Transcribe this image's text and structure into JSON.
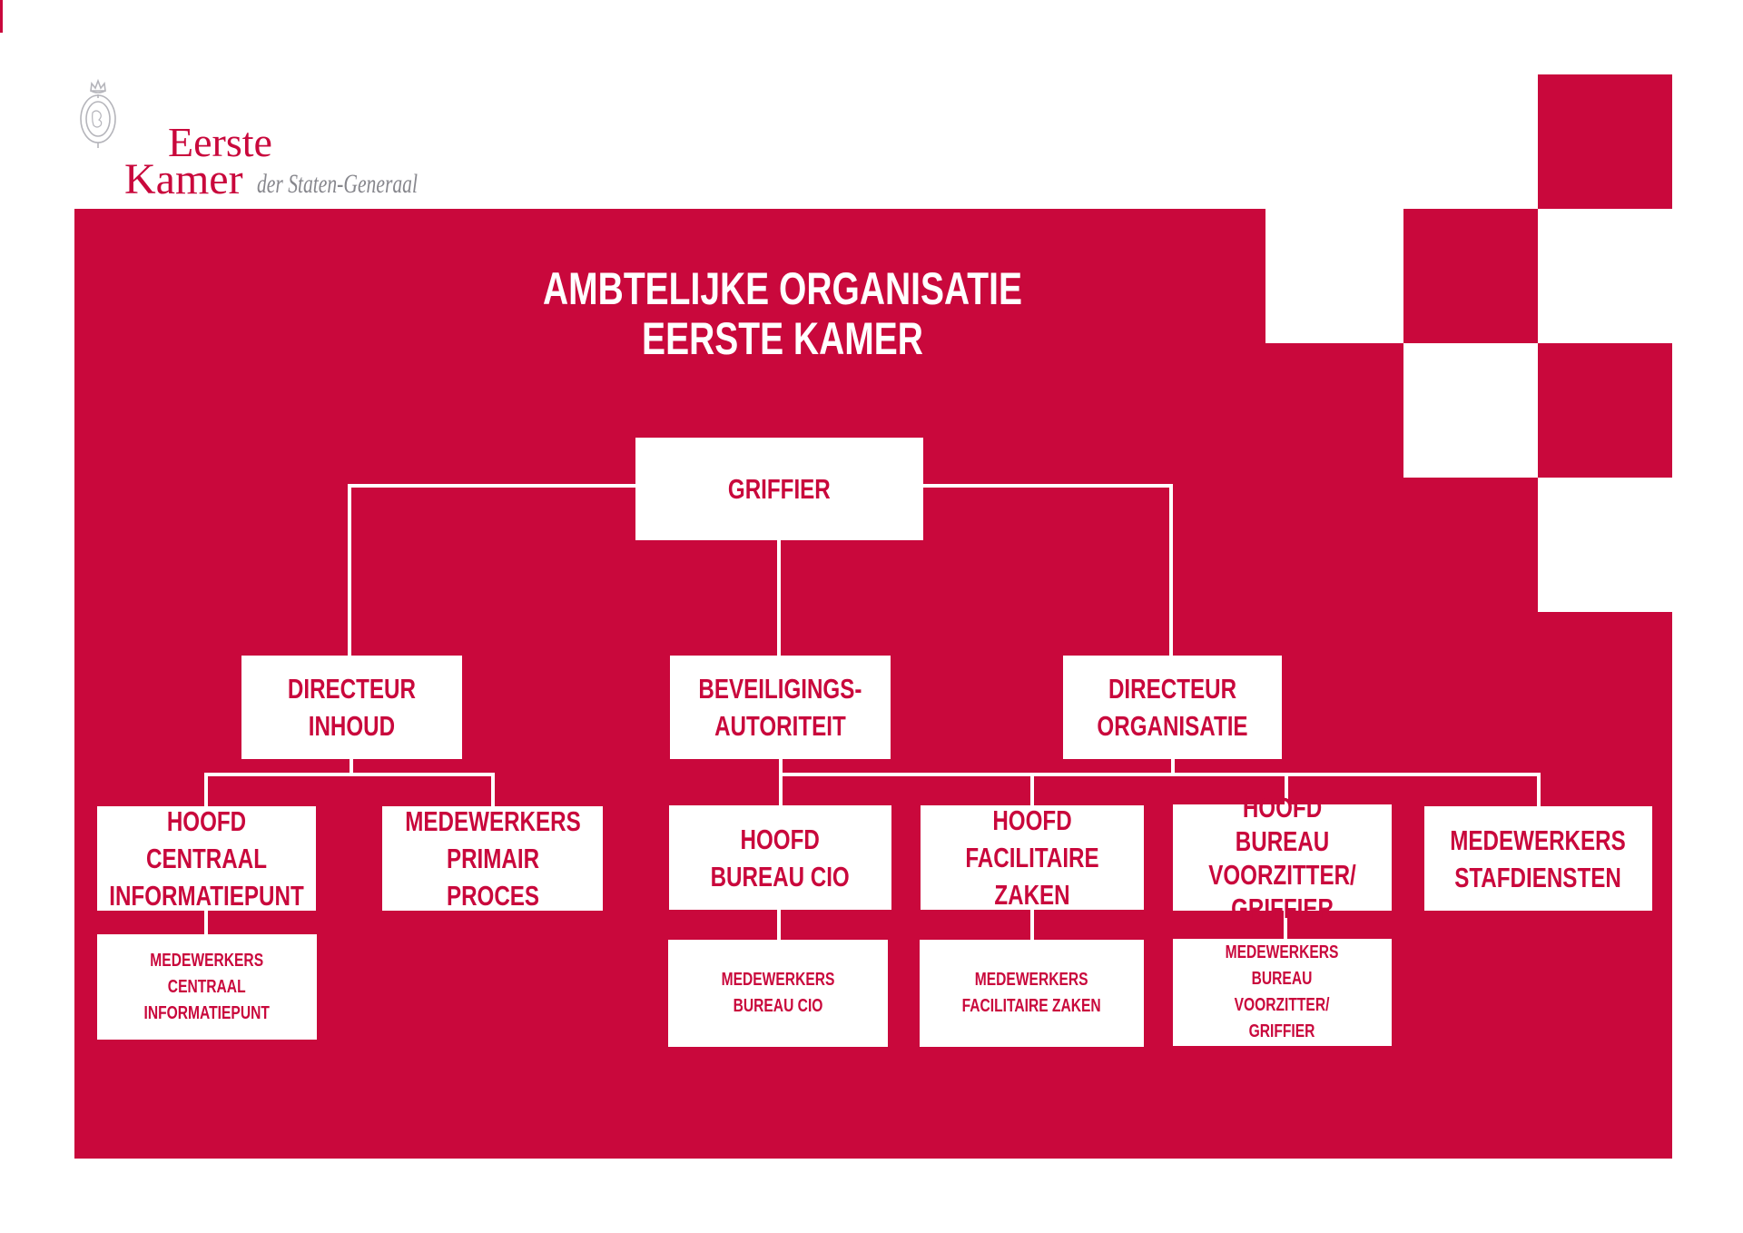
{
  "colors": {
    "red": "#C9083C",
    "white": "#ffffff",
    "seal_gray": "#b5b5bb",
    "logo_suffix_gray": "#87878d"
  },
  "logo": {
    "seal_icon": "royal-seal-icon",
    "brand_line1": "Eerste",
    "brand_line2": "Kamer",
    "suffix": "der Staten-Generaal"
  },
  "title": "AMBTELIJKE ORGANISATIE\nEERSTE KAMER",
  "org": {
    "nodes": [
      {
        "id": "griffier",
        "label": "GRIFFIER",
        "reports_to": null
      },
      {
        "id": "directeur-inhoud",
        "label": "DIRECTEUR\nINHOUD",
        "reports_to": "griffier"
      },
      {
        "id": "beveiligingsautoriteit",
        "label": "BEVEILIGINGS-\nAUTORITEIT",
        "reports_to": "griffier"
      },
      {
        "id": "directeur-organisatie",
        "label": "DIRECTEUR\nORGANISATIE",
        "reports_to": "griffier"
      },
      {
        "id": "hoofd-centraal-informatiepunt",
        "label": "HOOFD CENTRAAL\nINFORMATIEPUNT",
        "reports_to": "directeur-inhoud"
      },
      {
        "id": "medewerkers-primair-proces",
        "label": "MEDEWERKERS\nPRIMAIR PROCES",
        "reports_to": "directeur-inhoud"
      },
      {
        "id": "hoofd-bureau-cio",
        "label": "HOOFD\nBUREAU CIO",
        "reports_to": "directeur-organisatie"
      },
      {
        "id": "hoofd-facilitaire-zaken",
        "label": "HOOFD\nFACILITAIRE ZAKEN",
        "reports_to": "directeur-organisatie"
      },
      {
        "id": "hoofd-bureau-voorzitter-griffier",
        "label": "HOOFD BUREAU\nVOORZITTER/\nGRIFFIER",
        "reports_to": "directeur-organisatie"
      },
      {
        "id": "medewerkers-stafdiensten",
        "label": "MEDEWERKERS\nSTAFDIENSTEN",
        "reports_to": "directeur-organisatie"
      },
      {
        "id": "medewerkers-centraal-informatiepunt",
        "label": "MEDEWERKERS\nCENTRAAL\nINFORMATIEPUNT",
        "reports_to": "hoofd-centraal-informatiepunt"
      },
      {
        "id": "medewerkers-bureau-cio",
        "label": "MEDEWERKERS\nBUREAU CIO",
        "reports_to": "hoofd-bureau-cio"
      },
      {
        "id": "medewerkers-facilitaire-zaken",
        "label": "MEDEWERKERS\nFACILITAIRE ZAKEN",
        "reports_to": "hoofd-facilitaire-zaken"
      },
      {
        "id": "medewerkers-bureau-voorzitter-griffier",
        "label": "MEDEWERKERS\nBUREAU\nVOORZITTER/\nGRIFFIER",
        "reports_to": "hoofd-bureau-voorzitter-griffier"
      }
    ]
  }
}
